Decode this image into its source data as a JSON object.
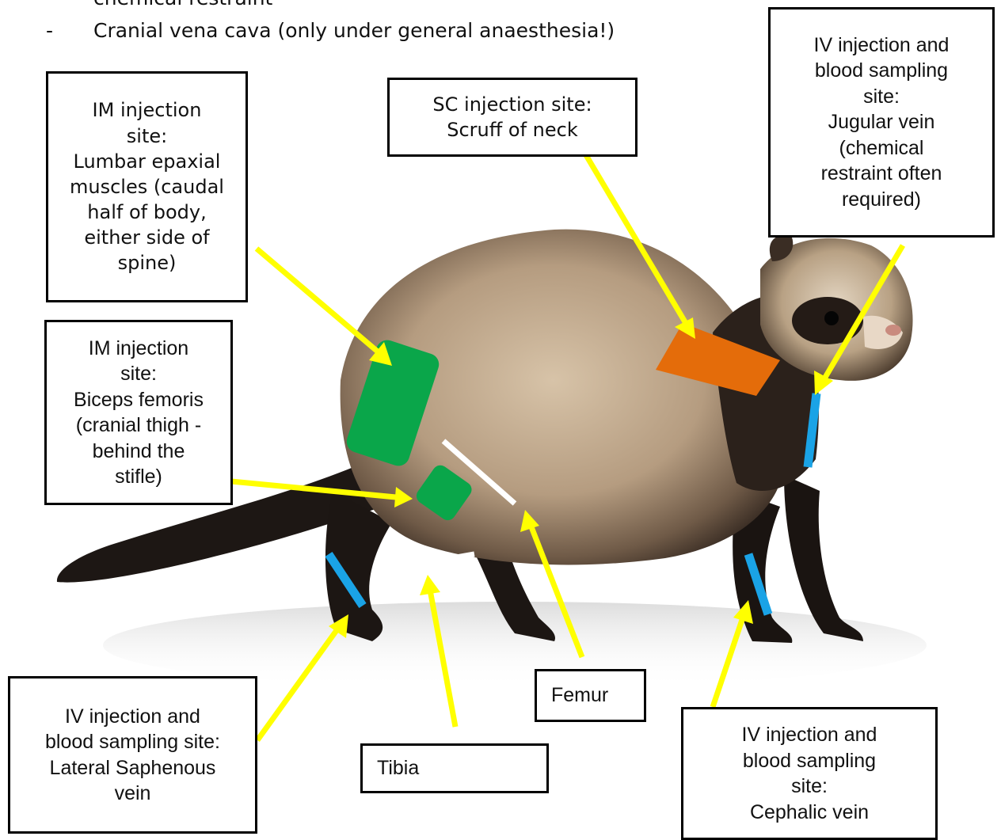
{
  "header": {
    "line1": "chemical restraint",
    "line2_bullet": "-",
    "line2": "Cranial vena cava (only under general anaesthesia!)"
  },
  "labels": {
    "im_lumbar": "IM injection\nsite:\nLumbar epaxial\nmuscles (caudal\nhalf of body,\neither side of\nspine)",
    "sc_scruff": "SC injection site:\nScruff of neck",
    "iv_jugular": "IV injection and\nblood sampling\nsite:\nJugular vein\n(chemical\nrestraint often\nrequired)",
    "im_biceps": "IM injection\nsite:\nBiceps femoris\n(cranial thigh -\nbehind the\nstifle)",
    "femur": "Femur",
    "tibia": "Tibia",
    "iv_saphenous": "IV injection and\nblood sampling site:\nLateral Saphenous\nvein",
    "iv_cephalic": "IV injection and\nblood sampling\nsite:\nCephalic vein"
  },
  "colors": {
    "arrow": "#ffff00",
    "im_site": "#0aa64a",
    "sc_site": "#e46c0a",
    "iv_site": "#1aa3e6",
    "bone_marker": "#ffffff"
  }
}
